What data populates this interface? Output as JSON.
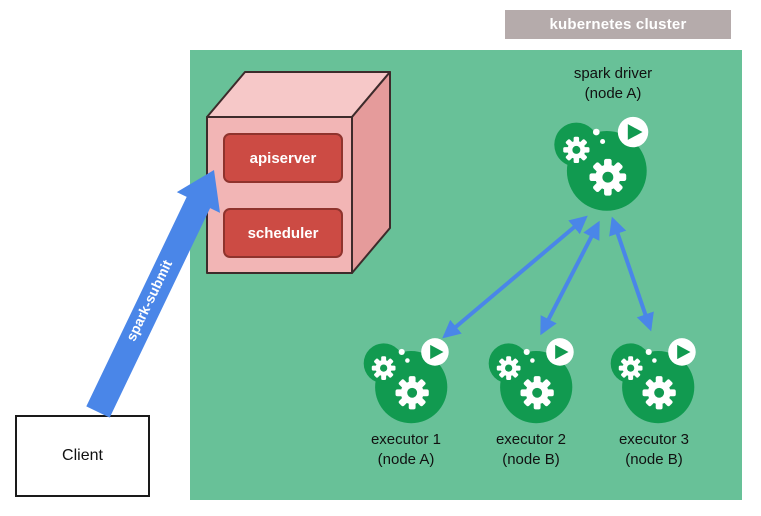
{
  "cluster": {
    "label": "kubernetes cluster"
  },
  "control_plane": {
    "apiserver_label": "apiserver",
    "scheduler_label": "scheduler"
  },
  "driver": {
    "title": "spark driver",
    "subtitle": "(node A)"
  },
  "executors": [
    {
      "title": "executor 1",
      "subtitle": "(node A)"
    },
    {
      "title": "executor 2",
      "subtitle": "(node B)"
    },
    {
      "title": "executor 3",
      "subtitle": "(node B)"
    }
  ],
  "client": {
    "label": "Client"
  },
  "submit_arrow": {
    "label": "spark-submit"
  },
  "colors": {
    "cluster_bg": "#68c198",
    "pod_green": "#119a50",
    "arrow_blue": "#4a86e8",
    "control_box_red": "#cc4b44",
    "cube_front_pink": "#f2b5b5",
    "label_gray": "#b5abab"
  }
}
